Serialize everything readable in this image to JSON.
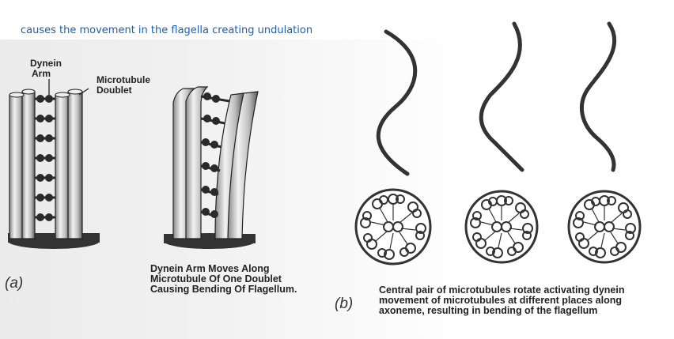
{
  "caption_top": "causes the movement in the flagella creating undulation",
  "panel_a": {
    "letter": "(a)",
    "label_dynein_line1": "Dynein",
    "label_dynein_line2": "Arm",
    "label_microtubule_line1": "Microtubule",
    "label_microtubule_line2": "Doublet",
    "caption_line1": "Dynein Arm Moves Along",
    "caption_line2": "Microtubule Of One Doublet",
    "caption_line3": "Causing Bending Of Flagellum."
  },
  "panel_b": {
    "letter": "(b)",
    "caption_line1": "Central pair of microtubules rotate activating dynein",
    "caption_line2": "movement of microtubules at different places along",
    "caption_line3": "axoneme, resulting in bending of the flagellum"
  },
  "colors": {
    "caption_blue": "#1a5fb4",
    "ink": "#2a2a2a",
    "tube": "#d8d8d8"
  }
}
